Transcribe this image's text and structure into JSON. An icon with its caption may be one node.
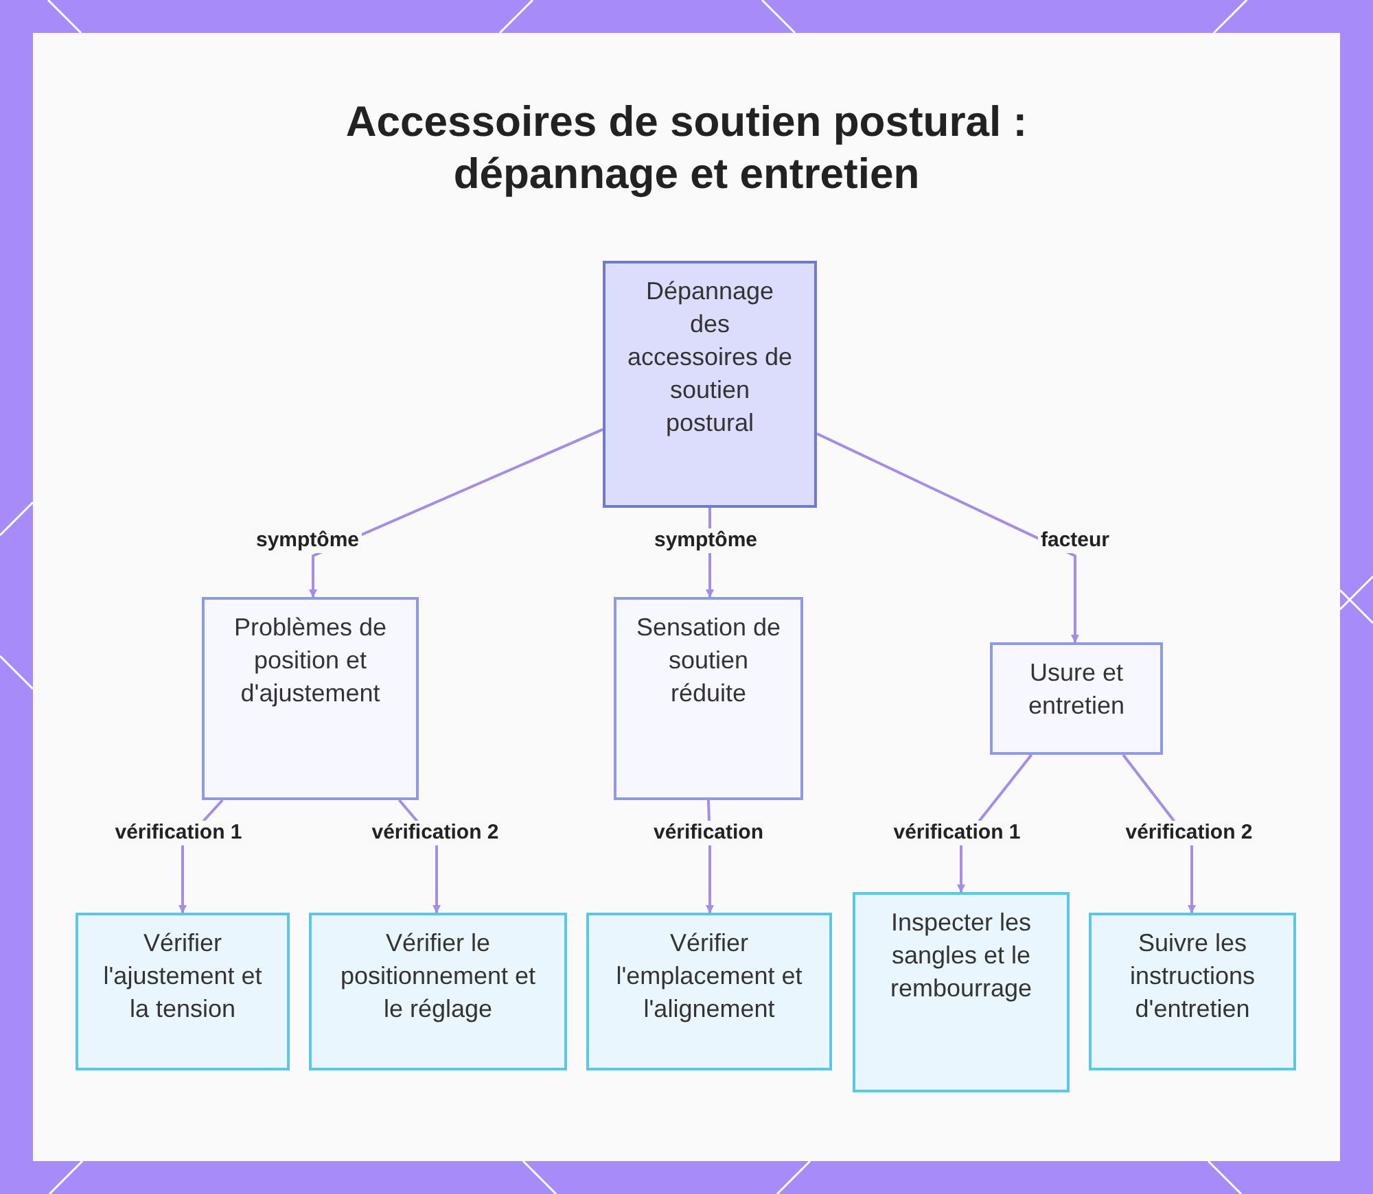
{
  "diagram": {
    "title": "Accessoires de soutien postural : dépannage et entretien",
    "nodes": [
      {
        "text": [
          "Dépannage des accessoires de soutien postural"
        ]
      },
      {
        "text": [
          "Problèmes de position et d'ajustement"
        ]
      },
      {
        "text": [
          "Sensation de soutien réduite"
        ]
      },
      {
        "text": [
          "Usure et entretien"
        ]
      },
      {
        "text": [
          "Vérifier l'ajustement et la tension"
        ]
      },
      {
        "text": [
          "Vérifier le positionnement et le réglage"
        ]
      },
      {
        "text": [
          "Vérifier l'emplacement et l'alignement"
        ]
      },
      {
        "text": [
          "Inspecter les sangles et le rembourrage"
        ]
      },
      {
        "text": [
          "Suivre les instructions d'entretien"
        ]
      }
    ],
    "edges": [
      {
        "from": 0,
        "to": 1,
        "arrow": "to",
        "label": "symptôme"
      },
      {
        "from": 0,
        "to": 2,
        "arrow": "to",
        "label": "symptôme"
      },
      {
        "from": 0,
        "to": 3,
        "arrow": "to",
        "label": "facteur"
      },
      {
        "from": 1,
        "to": 4,
        "arrow": "to",
        "label": "vérification 1"
      },
      {
        "from": 1,
        "to": 5,
        "arrow": "to",
        "label": "vérification 2"
      },
      {
        "from": 2,
        "to": 6,
        "arrow": "to",
        "label": "vérification"
      },
      {
        "from": 3,
        "to": 7,
        "arrow": "to",
        "label": "vérification 1"
      },
      {
        "from": 3,
        "to": 8,
        "arrow": "to",
        "label": "vérification 2"
      }
    ]
  }
}
